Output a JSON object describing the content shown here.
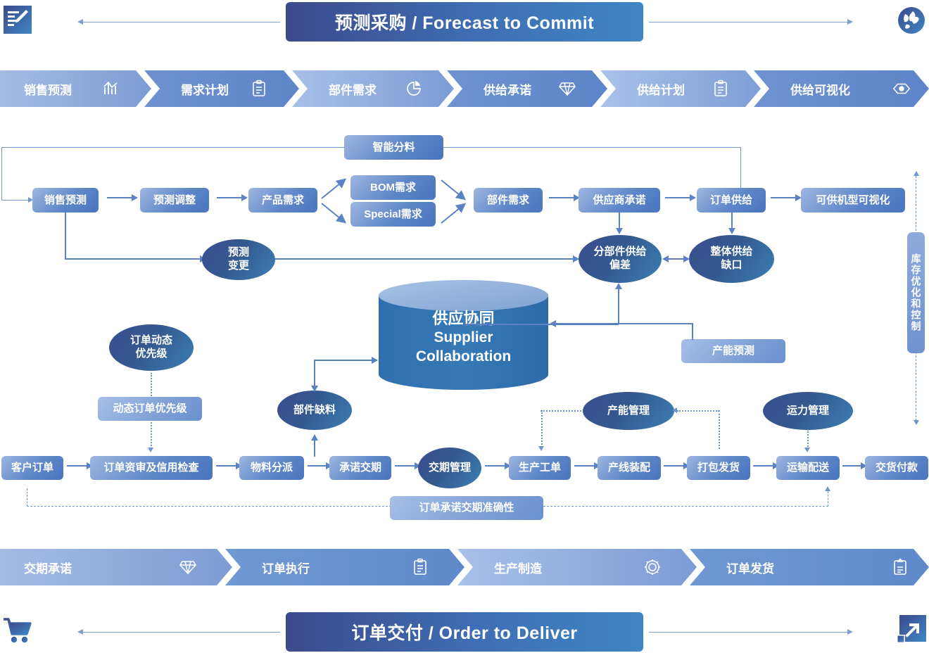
{
  "top_banner": {
    "title": "预测采购 / Forecast to Commit",
    "left_icon": "document-edit-icon",
    "right_icon": "globe-icon"
  },
  "bottom_banner": {
    "title": "订单交付 / Order to Deliver",
    "left_icon": "shopping-cart-icon",
    "right_icon": "expand-arrow-icon"
  },
  "top_chevrons": [
    {
      "label": "销售预测",
      "icon": "bar-chart-icon"
    },
    {
      "label": "需求计划",
      "icon": "clipboard-list-icon"
    },
    {
      "label": "部件需求",
      "icon": "pie-chart-icon"
    },
    {
      "label": "供给承诺",
      "icon": "diamond-icon"
    },
    {
      "label": "供给计划",
      "icon": "clipboard-list-icon"
    },
    {
      "label": "供给可视化",
      "icon": "eye-icon"
    }
  ],
  "bottom_chevrons": [
    {
      "label": "交期承诺",
      "icon": "diamond-icon"
    },
    {
      "label": "订单执行",
      "icon": "clipboard-list-icon"
    },
    {
      "label": "生产制造",
      "icon": "gear-swirl-icon"
    },
    {
      "label": "订单发货",
      "icon": "clipboard-ship-icon"
    }
  ],
  "flow": {
    "forecast_row": {
      "sales_forecast": "销售预测",
      "forecast_adjust": "预测调整",
      "product_demand": "产品需求",
      "bom_demand": "BOM需求",
      "special_demand": "Special需求",
      "part_demand": "部件需求",
      "supplier_commit": "供应商承诺",
      "order_supply": "订单供给",
      "available_model_visual": "可供机型可视化"
    },
    "smart_allocation": "智能分料",
    "forecast_change": "预测\n变更",
    "forecast_change_lines": [
      "预测",
      "变更"
    ],
    "part_supply_deviation_lines": [
      "分部件供给",
      "偏差"
    ],
    "total_supply_gap_lines": [
      "整体供给",
      "缺口"
    ],
    "inventory_bar": "库存优化和控制",
    "cylinder": {
      "cn": "供应协同",
      "en1": "Supplier",
      "en2": "Collaboration"
    },
    "order_priority_lines": [
      "订单动态",
      "优先级"
    ],
    "dynamic_order_priority": "动态订单优先级",
    "part_shortage": "部件缺料",
    "capacity_forecast": "产能预测",
    "capacity_management": "产能管理",
    "transport_management": "运力管理",
    "order_row": {
      "customer_order": "客户订单",
      "order_review_credit": "订单资审及信用检查",
      "material_allocation": "物料分派",
      "commit_date": "承诺交期",
      "date_management": "交期管理",
      "production_order": "生产工单",
      "line_assembly": "产线装配",
      "pack_ship": "打包发货",
      "transport_delivery": "运输配送",
      "delivery_payment": "交货付款"
    },
    "commit_accuracy": "订单承诺交期准确性"
  },
  "colors": {
    "banner_start": "#3c4a8c",
    "banner_end": "#3f86c4",
    "node_light": "#9db6e0",
    "node_dark": "#4a74bd",
    "ellipse_dark": "#3a4d8f",
    "line": "#6f93cc",
    "cylinder_top": "#8fb0dc",
    "cylinder_body": "#2f6fad"
  }
}
